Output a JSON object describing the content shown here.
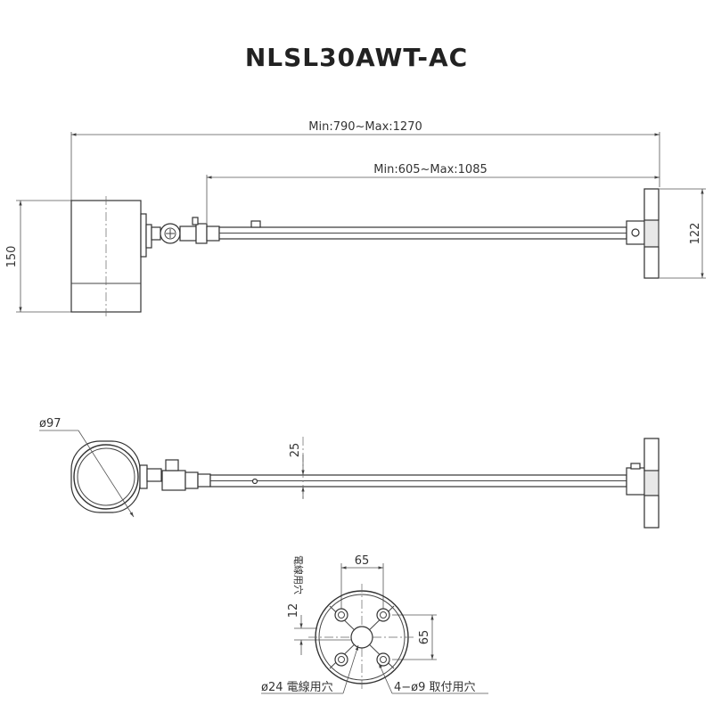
{
  "title": "NLSL30AWT-AC",
  "dimensions": {
    "overall_length": "Min:790~Max:1270",
    "arm_length": "Min:605~Max:1085",
    "head_height": "150",
    "base_height": "122",
    "head_diameter": "ø97",
    "arm_offset": "25",
    "base_hole_spacing_x": "65",
    "base_hole_spacing_y": "65",
    "cable_hole_offset": "12",
    "cable_hole_side_label": "電線用穴",
    "cable_hole_label": "ø24 電線用穴",
    "mounting_hole_label": "4−ø9 取付用穴"
  }
}
